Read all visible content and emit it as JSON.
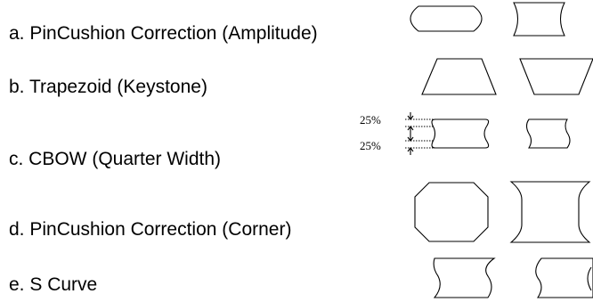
{
  "items": [
    {
      "label": "a. PinCushion Correction (Amplitude)"
    },
    {
      "label": "b. Trapezoid (Keystone)"
    },
    {
      "label": "c. CBOW (Quarter Width)"
    },
    {
      "label": "d. PinCushion Correction (Corner)"
    },
    {
      "label": "e. S Curve"
    }
  ],
  "cbow_annotation": {
    "top_percent": "25%",
    "bottom_percent": "25%"
  }
}
